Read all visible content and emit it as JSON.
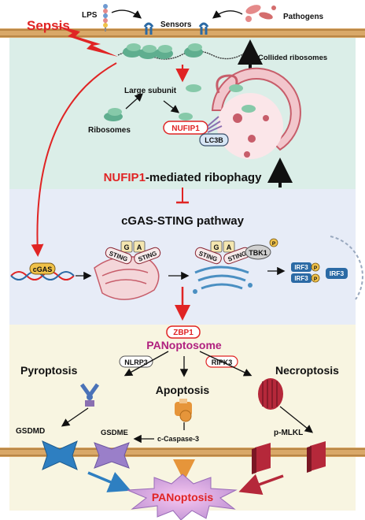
{
  "colors": {
    "red": "#e02424",
    "magenta": "#b0207f",
    "black": "#111111",
    "membrane": "#d9a868",
    "top_bg": "#dbeee8",
    "mid_bg": "#e7ecf7",
    "bot_bg": "#f8f5e1",
    "receptor_blue": "#2b6aa5",
    "gsdmd_blue": "#2e7fc1",
    "gsdme_purple": "#9a7fc9",
    "mlkl_red": "#b5283a",
    "orange": "#e6953a"
  },
  "icons": [
    "lightning-bolt-icon",
    "sensor-receptor-icon",
    "lps-molecule-icon",
    "pathogen-icon",
    "ribosome-icon",
    "autophagosome-icon",
    "er-golgi-icon",
    "dna-helix-icon",
    "gsdmd-pore-icon",
    "gsdme-pore-icon",
    "mlkl-channel-icon",
    "ripk3-complex-icon",
    "caspase-icon",
    "nlrp3-icon",
    "burst-star-icon"
  ],
  "top": {
    "sepsis": "Sepsis",
    "lps": "LPS",
    "sensors": "Sensors",
    "pathogens": "Pathogens",
    "collided_ribosomes": "Collided ribosomes",
    "large_subunit": "Large subunit",
    "ribosomes": "Ribosomes",
    "nufip1_tag": "NUFIP1",
    "lc3b": "LC3B",
    "ribophagy_prefix": "NUFIP1",
    "ribophagy_suffix": "-mediated ribophagy"
  },
  "middle": {
    "pathway_title": "cGAS-STING pathway",
    "cgas": "cGAS",
    "sting": "STING",
    "g": "G",
    "a": "A",
    "tbk1": "TBK1",
    "p": "P",
    "irf3": "IRF3"
  },
  "bottom": {
    "zbp1": "ZBP1",
    "panoptosome": "PANoptosome",
    "pyroptosis": "Pyroptosis",
    "nlrp3": "NLRP3",
    "ripk3": "RIPK3",
    "necroptosis": "Necroptosis",
    "apoptosis": "Apoptosis",
    "gsdmd": "GSDMD",
    "gsdme": "GSDME",
    "caspase3": "c-Caspase-3",
    "pmlkl": "p-MLKL",
    "panoptosis": "PANoptosis"
  }
}
